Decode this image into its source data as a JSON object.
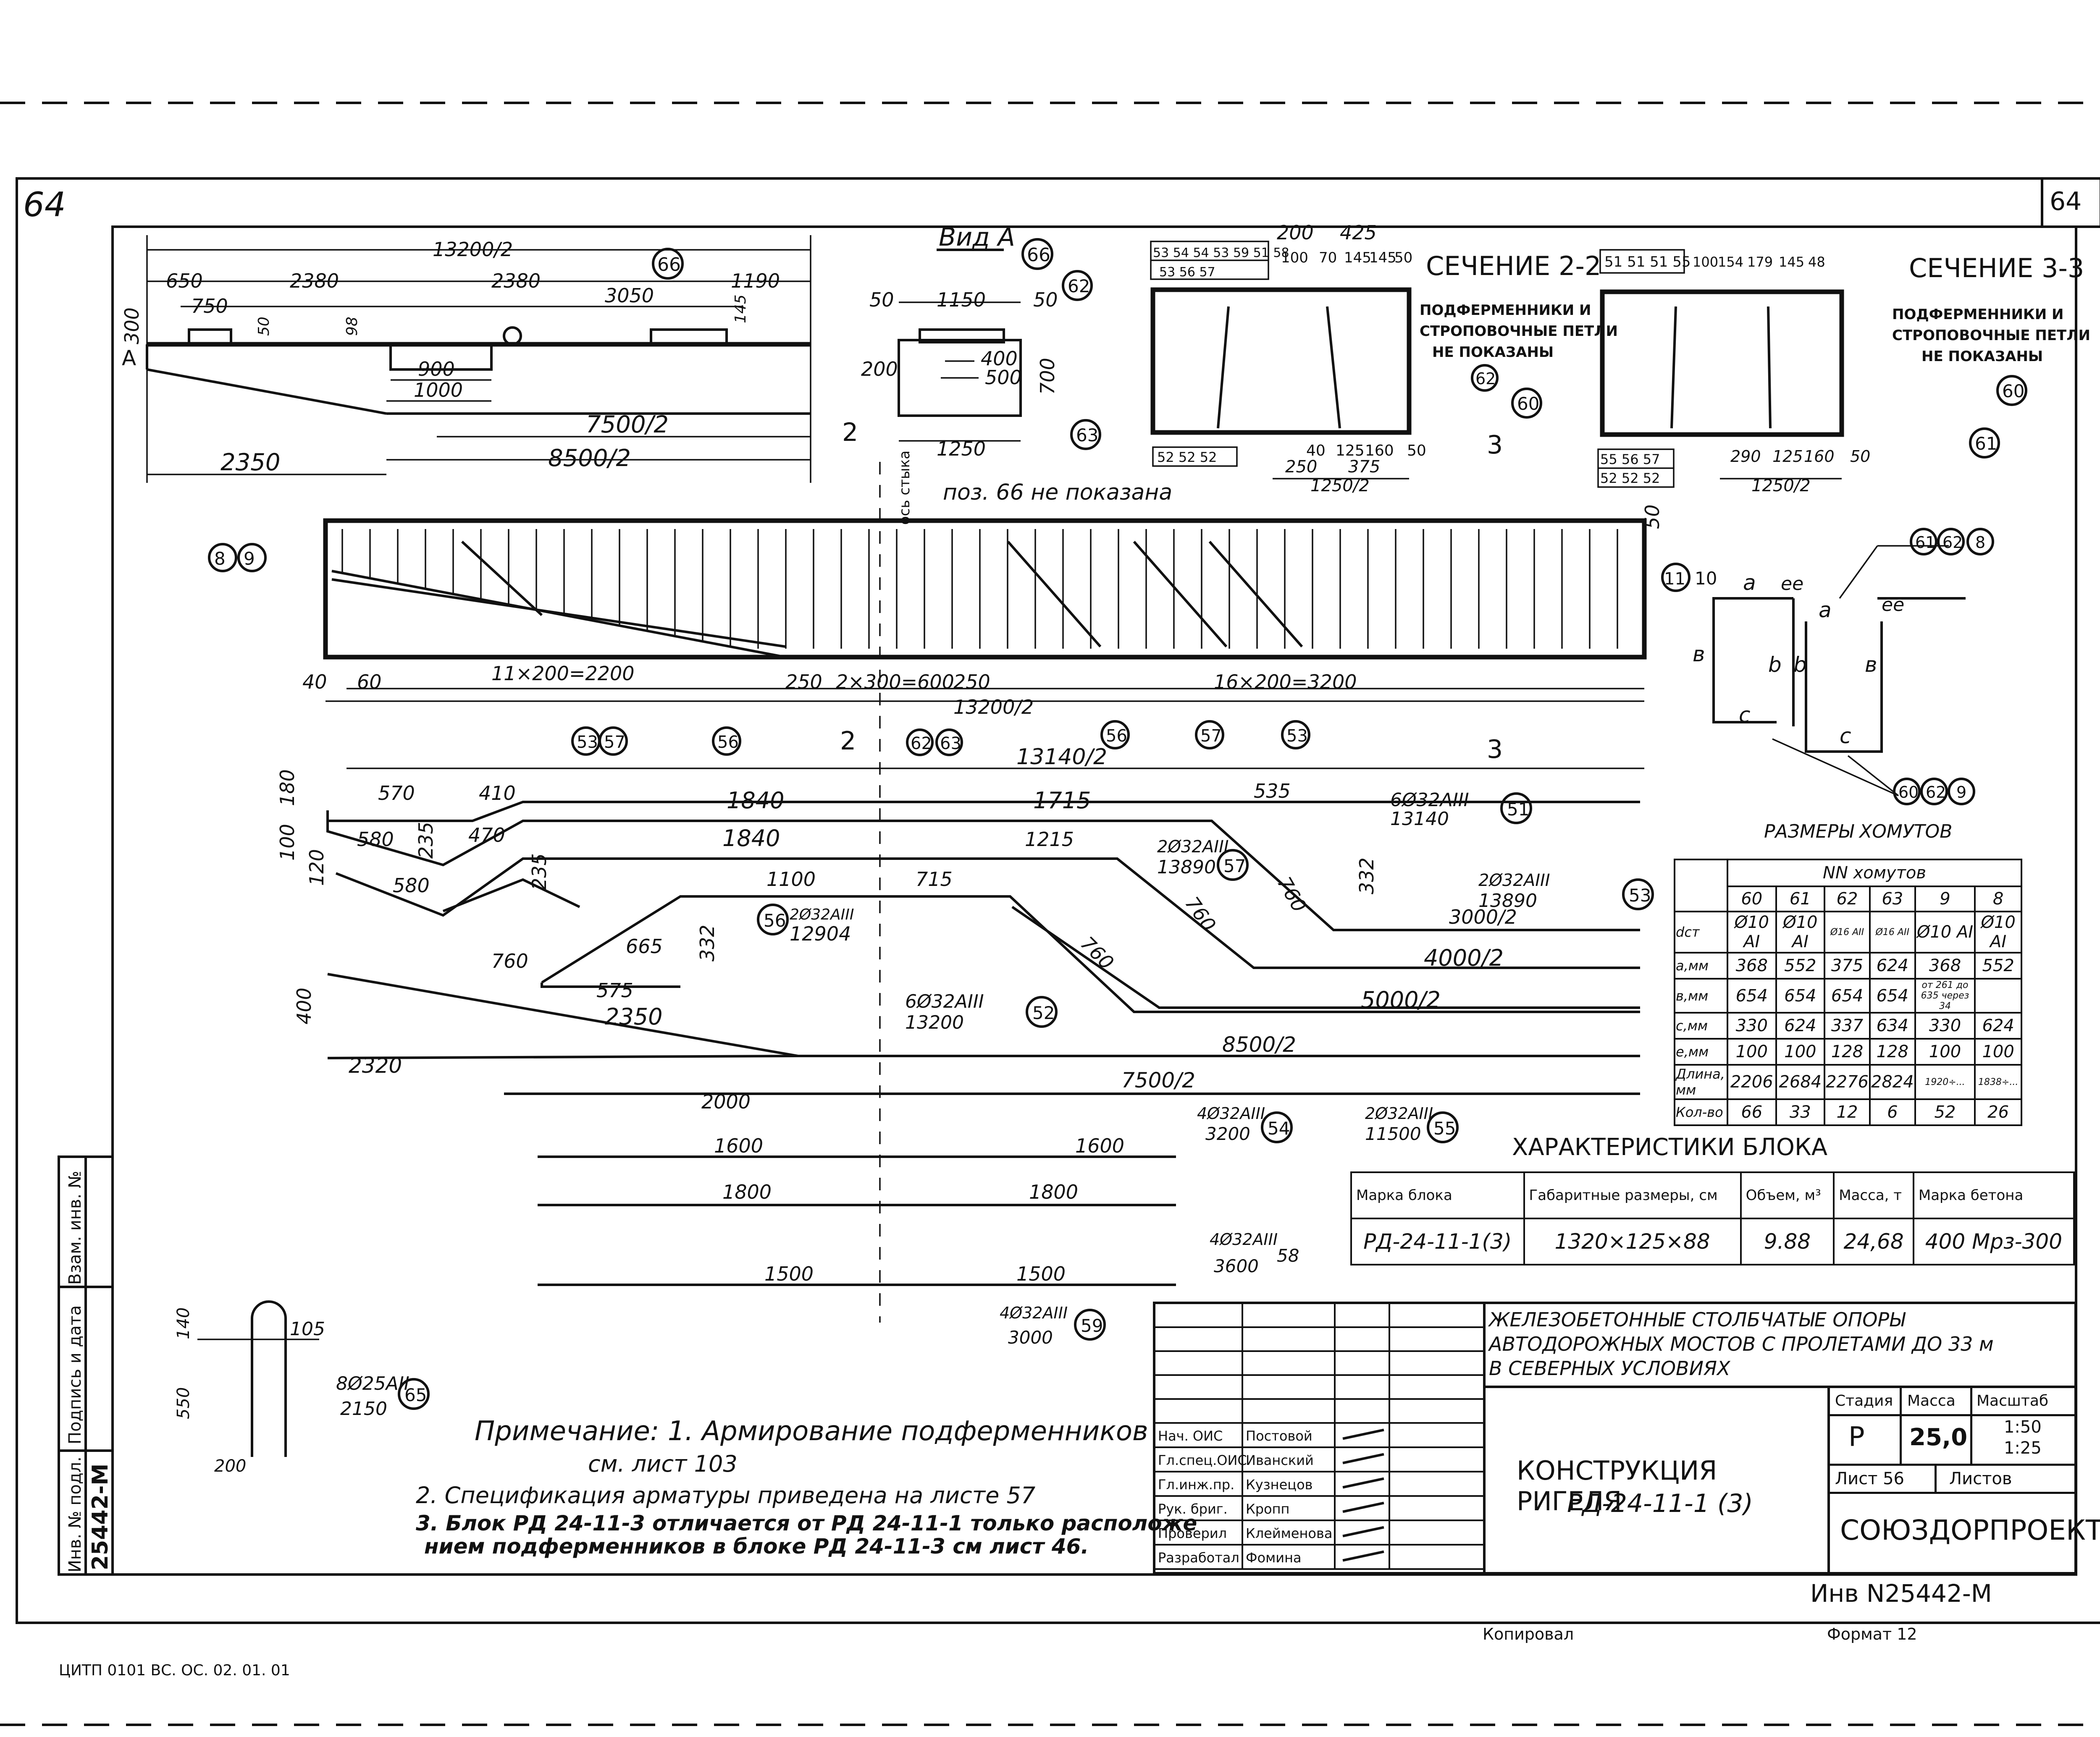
{
  "sheet": {
    "page_number_left": "64",
    "page_number_right": "64",
    "footer_code": "ЦИТП 0101 ВС. ОС. 02. 01. 01",
    "copied_label": "Копировал",
    "format_label": "Формат 12",
    "inv_number": "Инв N25442-М"
  },
  "side_stamp": {
    "inv_no_label": "Инв. № подл.",
    "sign_date_label": "Подпись и дата",
    "replace_inv_label": "Взам. инв. №",
    "inv_no_value": "25442-М"
  },
  "view_side": {
    "dims_top": [
      "13200/2",
      "650",
      "2380",
      "2380",
      "1190",
      "750",
      "3050",
      "300",
      "50",
      "98",
      "145"
    ],
    "dims_mid": [
      "900",
      "1000",
      "7500/2",
      "8500/2",
      "2350"
    ],
    "marker_a": "A",
    "callout": "66"
  },
  "view_a": {
    "title": "Вид А",
    "callout": "66",
    "dims": [
      "50",
      "1150",
      "50",
      "400",
      "500",
      "200",
      "700",
      "1250"
    ],
    "note": "поз. 66 не показана",
    "axis_label": "ось стыка"
  },
  "section_2_2": {
    "title": "СЕЧЕНИЕ 2-2",
    "note_lines": [
      "ПОДФЕРМЕННИКИ И",
      "СТРОПОВОЧНЫЕ ПЕТЛИ",
      "НЕ ПОКАЗАНЫ"
    ],
    "top_marks_row1": [
      "53",
      "54",
      "54",
      "53",
      "59",
      "51",
      "58"
    ],
    "top_marks_row2": [
      "53",
      "56",
      "57"
    ],
    "bottom_marks": [
      "52",
      "52",
      "52"
    ],
    "dims_top": [
      "200",
      "425",
      "100",
      "70",
      "145",
      "145",
      "50"
    ],
    "dims_bottom": [
      "40",
      "125",
      "160",
      "50",
      "250",
      "375",
      "1250/2"
    ],
    "callouts": [
      "62",
      "63",
      "62"
    ]
  },
  "section_3_3": {
    "title": "СЕЧЕНИЕ 3-3",
    "note_lines": [
      "ПОДФЕРМЕННИКИ И",
      "СТРОПОВОЧНЫЕ ПЕТЛИ",
      "НЕ ПОКАЗАНЫ"
    ],
    "top_marks": [
      "51",
      "51",
      "51",
      "55"
    ],
    "bottom_marks_row1": [
      "55",
      "56",
      "57"
    ],
    "bottom_marks_row2": [
      "52",
      "52",
      "52"
    ],
    "dims_top": [
      "100",
      "154",
      "179",
      "145",
      "48"
    ],
    "dims_bottom": [
      "290",
      "125",
      "160",
      "50",
      "1250/2"
    ],
    "callouts": [
      "60",
      "60",
      "61"
    ]
  },
  "elevation": {
    "cut2": "2",
    "cut3": "3",
    "left_callouts": [
      "8",
      "9"
    ],
    "right_callouts": [
      "11",
      "10"
    ],
    "dims_bottom": [
      "40",
      "60",
      "11×200=2200",
      "250",
      "2×300=600",
      "250",
      "16×200=3200",
      "13200/2",
      "50"
    ],
    "callouts_bottom": [
      "53",
      "57",
      "56",
      "62",
      "63",
      "56",
      "57",
      "53"
    ],
    "span_label": "13140/2"
  },
  "stirrup": {
    "callouts_top": [
      "61",
      "62",
      "8"
    ],
    "callouts_bottom": [
      "60",
      "62",
      "9"
    ],
    "letters": [
      "а",
      "а",
      "ее",
      "ее",
      "в",
      "b",
      "b",
      "в",
      "с",
      "с"
    ],
    "caption": "РАЗМЕРЫ ХОМУТОВ"
  },
  "bars": {
    "bar51": {
      "spec": "6Ø32АIII",
      "length": "13140",
      "pos": "51",
      "dims": [
        "570",
        "410",
        "1840",
        "1715",
        "535",
        "180",
        "100",
        "235",
        "580"
      ]
    },
    "bar57": {
      "spec": "2Ø32АIII",
      "length": "13890",
      "pos": "57",
      "dims": [
        "1840",
        "1215",
        "470",
        "235",
        "580",
        "120",
        "760",
        "332",
        "3000/2"
      ]
    },
    "bar53": {
      "spec": "2Ø32АIII",
      "length": "13890",
      "pos": "53",
      "dims": [
        "760",
        "4000/2"
      ]
    },
    "bar56": {
      "spec": "2Ø32АIII",
      "length": "12904",
      "pos": "56",
      "dims": [
        "1100",
        "715",
        "665",
        "332",
        "760",
        "575",
        "760",
        "5000/2"
      ]
    },
    "bar52": {
      "spec": "6Ø32АIII",
      "length": "13200",
      "pos": "52",
      "dims": [
        "400",
        "2350",
        "8500/2",
        "2320"
      ]
    },
    "bar55": {
      "spec": "2Ø32АIII",
      "length": "11500",
      "pos": "55",
      "dims": [
        "7500/2",
        "2000"
      ]
    },
    "bar54": {
      "spec": "4Ø32АIII",
      "length": "3200",
      "pos": "54",
      "dims": [
        "1600",
        "1600"
      ]
    },
    "bar58": {
      "spec": "4Ø32АIII",
      "length": "3600",
      "pos": "58",
      "dims": [
        "1800",
        "1800"
      ]
    },
    "bar59": {
      "spec": "4Ø32АIII",
      "length": "3000",
      "pos": "59",
      "dims": [
        "1500",
        "1500"
      ]
    },
    "bar65": {
      "spec": "8Ø25АII",
      "length": "2150",
      "pos": "65",
      "dims": [
        "105",
        "140",
        "550",
        "200"
      ]
    }
  },
  "stirrup_table": {
    "header_group": "NN хомутов",
    "columns": [
      "60",
      "61",
      "62",
      "63",
      "9",
      "8"
    ],
    "rows": [
      {
        "label": "dст",
        "values": [
          "Ø10 АI",
          "Ø10 АI",
          "Ø16 АII",
          "Ø16 АII",
          "Ø10 АI",
          "Ø10 АI"
        ]
      },
      {
        "label": "а,мм",
        "values": [
          "368",
          "552",
          "375",
          "624",
          "368",
          "552"
        ]
      },
      {
        "label": "в,мм",
        "values": [
          "654",
          "654",
          "654",
          "654",
          "от 261 до 635 через 34",
          ""
        ]
      },
      {
        "label": "с,мм",
        "values": [
          "330",
          "624",
          "337",
          "634",
          "330",
          "624"
        ]
      },
      {
        "label": "е,мм",
        "values": [
          "100",
          "100",
          "128",
          "128",
          "100",
          "100"
        ]
      },
      {
        "label": "Длина, мм",
        "values": [
          "2206",
          "2684",
          "2276",
          "2824",
          "1920÷...",
          "1838÷..."
        ]
      },
      {
        "label": "Кол-во",
        "values": [
          "66",
          "33",
          "12",
          "6",
          "52",
          "26"
        ]
      }
    ]
  },
  "block_table": {
    "title": "ХАРАКТЕРИСТИКИ БЛОКА",
    "headers": [
      "Марка блока",
      "Габаритные размеры, см",
      "Объем, м³",
      "Масса, т",
      "Марка бетона"
    ],
    "row": [
      "РД-24-11-1(3)",
      "1320×125×88",
      "9.88",
      "24,68",
      "400 Мрз-300"
    ]
  },
  "notes": {
    "line1": "Примечание: 1. Армирование подферменников",
    "line1b": "см. лист 103",
    "line2": "2. Спецификация арматуры приведена на листе 57",
    "line3": "3. Блок РД 24-11-3 отличается от РД 24-11-1 только расположе",
    "line3b": "нием подферменников в блоке РД 24-11-3 см лист 46."
  },
  "title_block": {
    "project_line1": "ЖЕЛЕЗОБЕТОННЫЕ   СТОЛБЧАТЫЕ   ОПОРЫ",
    "project_line2": "АВТОДОРОЖНЫХ  МОСТОВ  С  ПРОЛЕТАМИ  ДО 33 м",
    "project_line3": "В  СЕВЕРНЫХ  УСЛОВИЯХ",
    "drawing_title1": "КОНСТРУКЦИЯ  РИГЕЛЯ",
    "drawing_title2": "РД-24-11-1 (3)",
    "stage_label": "Стадия",
    "mass_label": "Масса",
    "scale_label": "Масштаб",
    "stage_value": "Р",
    "mass_value": "25,0",
    "scale_value1": "1:50",
    "scale_value2": "1:25",
    "sheet_label": "Лист 56",
    "sheets_label": "Листов",
    "org": "СОЮЗДОРПРОЕКТ",
    "people": [
      {
        "role": "Нач. ОИС",
        "name": "Постовой"
      },
      {
        "role": "Гл.спец.ОИС",
        "name": "Иванский"
      },
      {
        "role": "Гл.инж.пр.",
        "name": "Кузнецов"
      },
      {
        "role": "Рук. бриг.",
        "name": "Кропп"
      },
      {
        "role": "Проверил",
        "name": "Клейменова"
      },
      {
        "role": "Разработал",
        "name": "Фомина"
      }
    ]
  }
}
